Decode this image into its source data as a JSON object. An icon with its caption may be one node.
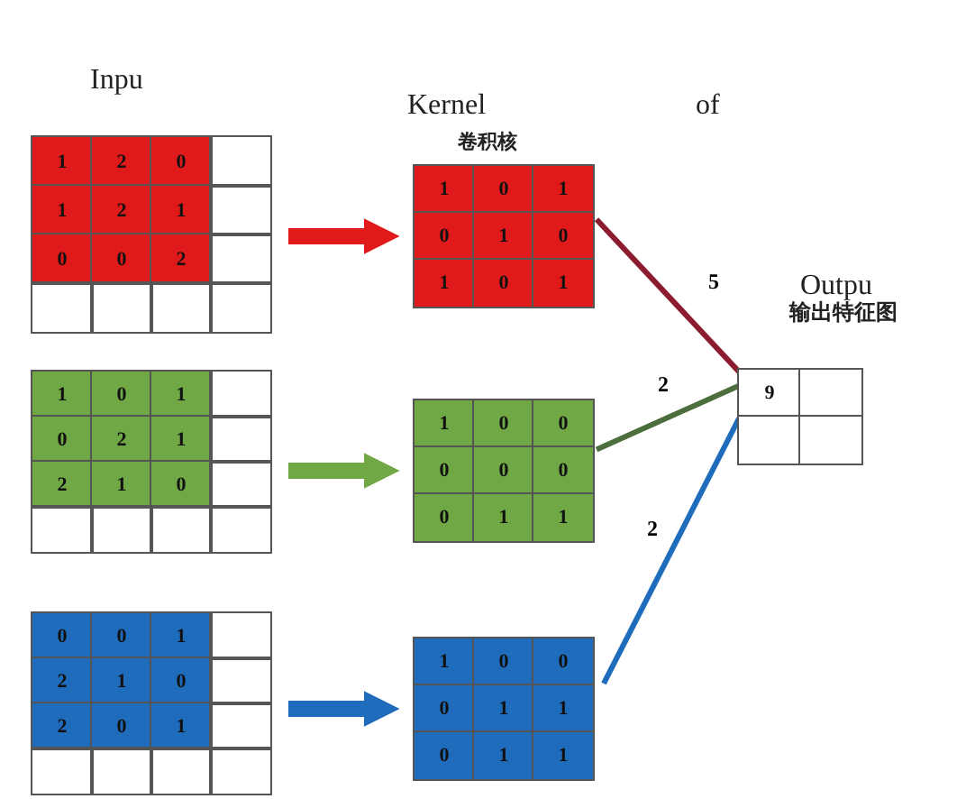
{
  "diagram": {
    "nodes": [
      {
        "text": [
          "1",
          "2",
          "0",
          "1",
          "2",
          "1",
          "0",
          "0",
          "2"
        ]
      },
      {
        "text": [
          "1",
          "0",
          "1",
          "0",
          "2",
          "1",
          "2",
          "1",
          "0"
        ]
      },
      {
        "text": [
          "0",
          "0",
          "1",
          "2",
          "1",
          "0",
          "2",
          "0",
          "1"
        ]
      },
      {
        "text": [
          "1",
          "0",
          "1",
          "0",
          "1",
          "0",
          "1",
          "0",
          "1"
        ]
      },
      {
        "text": [
          "1",
          "0",
          "0",
          "0",
          "0",
          "0",
          "0",
          "1",
          "1"
        ]
      },
      {
        "text": [
          "1",
          "0",
          "0",
          "0",
          "1",
          "1",
          "0",
          "1",
          "1"
        ]
      },
      {
        "text": [
          "9"
        ]
      }
    ],
    "edges": [
      {
        "from": 0,
        "to": 3,
        "arrow": "to",
        "style": "thick",
        "color": "#e01a1a"
      },
      {
        "from": 1,
        "to": 4,
        "arrow": "to",
        "style": "thick",
        "color": "#6fa845"
      },
      {
        "from": 2,
        "to": 5,
        "arrow": "to",
        "style": "thick",
        "color": "#1f6cbc"
      },
      {
        "from": 3,
        "to": 6,
        "arrow": "none",
        "label": "5",
        "color": "#8c1c30"
      },
      {
        "from": 4,
        "to": 6,
        "arrow": "none",
        "label": "2",
        "color": "#4c6e3c"
      },
      {
        "from": 5,
        "to": 6,
        "arrow": "none",
        "label": "2",
        "color": "#1f6cbc"
      }
    ],
    "labels": [
      "Inpu",
      "Kernel",
      "卷积核",
      "of",
      "Outpu",
      "输出特征图"
    ]
  }
}
